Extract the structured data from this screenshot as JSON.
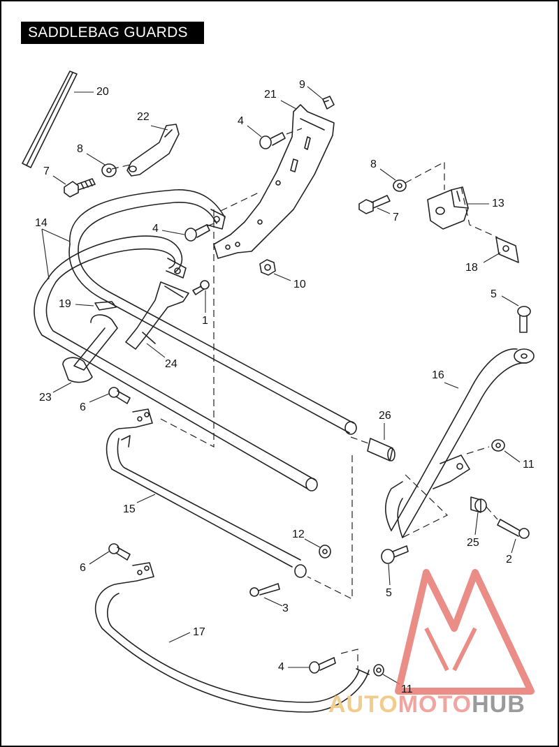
{
  "diagram": {
    "title": "SADDLEBAG GUARDS",
    "callouts": [
      {
        "id": "c1",
        "text": "1"
      },
      {
        "id": "c2",
        "text": "2"
      },
      {
        "id": "c3",
        "text": "3"
      },
      {
        "id": "c4a",
        "text": "4"
      },
      {
        "id": "c4b",
        "text": "4"
      },
      {
        "id": "c4c",
        "text": "4"
      },
      {
        "id": "c5a",
        "text": "5"
      },
      {
        "id": "c5b",
        "text": "5"
      },
      {
        "id": "c6a",
        "text": "6"
      },
      {
        "id": "c6b",
        "text": "6"
      },
      {
        "id": "c7a",
        "text": "7"
      },
      {
        "id": "c7b",
        "text": "7"
      },
      {
        "id": "c8a",
        "text": "8"
      },
      {
        "id": "c8b",
        "text": "8"
      },
      {
        "id": "c9",
        "text": "9"
      },
      {
        "id": "c10",
        "text": "10"
      },
      {
        "id": "c11a",
        "text": "11"
      },
      {
        "id": "c11b",
        "text": "11"
      },
      {
        "id": "c12",
        "text": "12"
      },
      {
        "id": "c13",
        "text": "13"
      },
      {
        "id": "c14",
        "text": "14"
      },
      {
        "id": "c15",
        "text": "15"
      },
      {
        "id": "c16",
        "text": "16"
      },
      {
        "id": "c17",
        "text": "17"
      },
      {
        "id": "c18",
        "text": "18"
      },
      {
        "id": "c19",
        "text": "19"
      },
      {
        "id": "c20",
        "text": "20"
      },
      {
        "id": "c21",
        "text": "21"
      },
      {
        "id": "c22",
        "text": "22"
      },
      {
        "id": "c23",
        "text": "23"
      },
      {
        "id": "c24",
        "text": "24"
      },
      {
        "id": "c25",
        "text": "25"
      },
      {
        "id": "c26",
        "text": "26"
      }
    ]
  },
  "watermark": {
    "part1": "AUTO",
    "part2": "MOTO",
    "part3": "HUB",
    "colors": {
      "part1": "#f2cc8c",
      "part2": "#f1a5a1",
      "part3": "#9a9a9a",
      "logo": "#e87a73"
    }
  },
  "colors": {
    "line": "#222222",
    "background": "#ffffff",
    "frame": "#000000"
  }
}
